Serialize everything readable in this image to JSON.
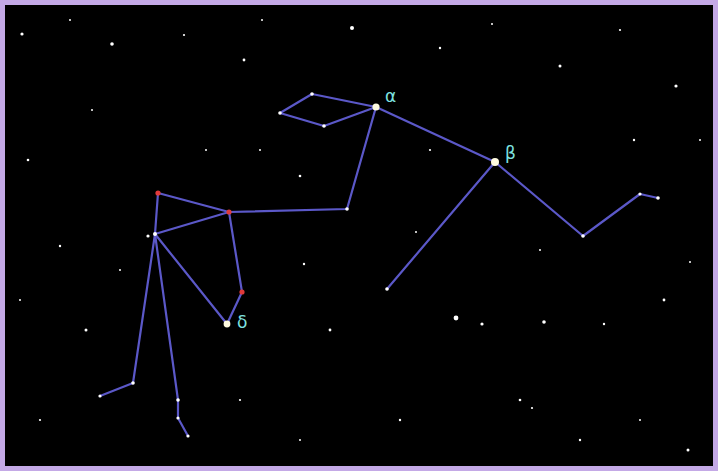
{
  "diagram": {
    "labels": [
      "α",
      "β",
      "δ"
    ]
  }
}
